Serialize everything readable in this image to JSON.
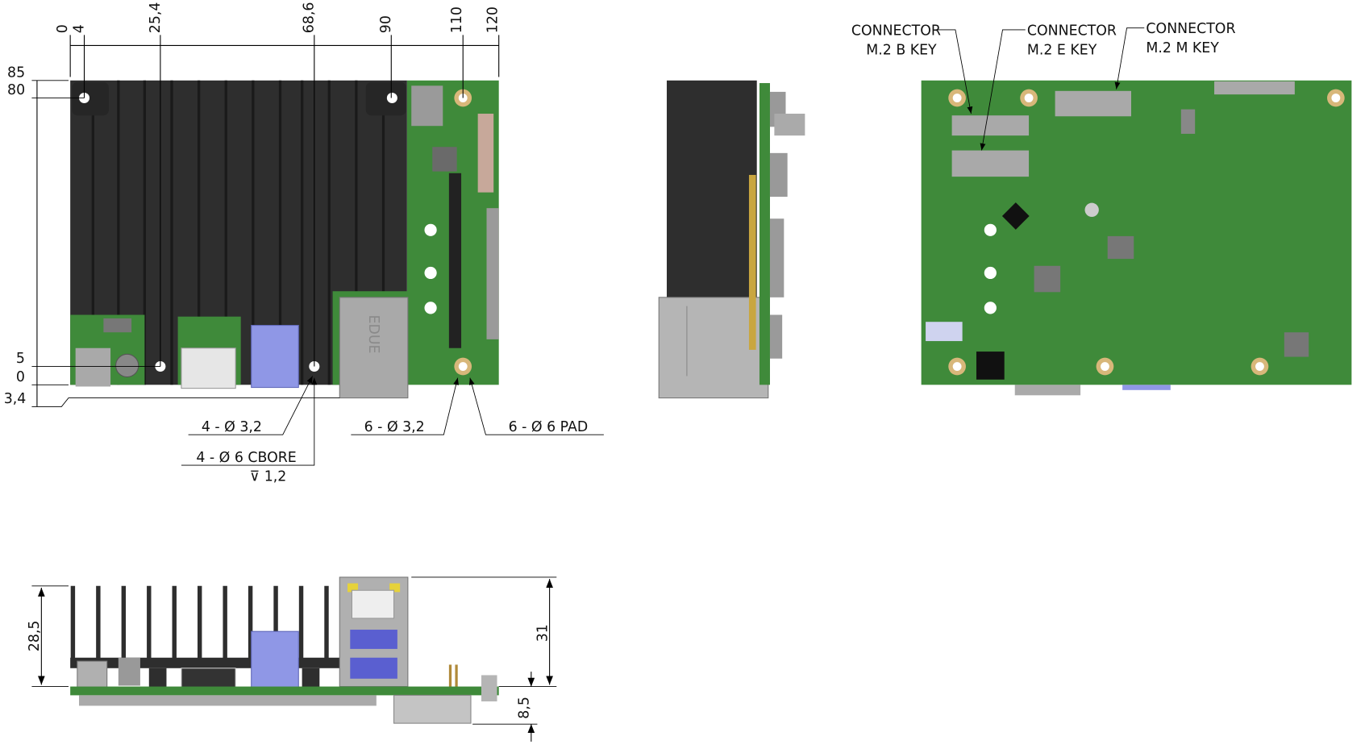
{
  "top_view": {
    "x_dims": [
      "0",
      "4",
      "25,4",
      "68,6",
      "90",
      "110",
      "120"
    ],
    "y_dims": [
      "85",
      "80",
      "5",
      "0",
      "3,4"
    ],
    "callouts": {
      "hole_small": "4 - Ø 3,2",
      "hole_cbore": "4 - Ø 6 CBORE",
      "cbore_depth": "⊽  1,2",
      "pcb_hole": "6 - Ø 3,2",
      "pcb_pad": "6 - Ø 6 PAD"
    },
    "ethernet_brand": "EDUE"
  },
  "bottom_view": {
    "connectors": [
      {
        "line1": "CONNECTOR",
        "line2": "M.2 B KEY"
      },
      {
        "line1": "CONNECTOR",
        "line2": "M.2 E KEY"
      },
      {
        "line1": "CONNECTOR",
        "line2": "M.2 M KEY"
      }
    ]
  },
  "front_view": {
    "heatsink_height": "28,5",
    "total_height": "31",
    "underside_height": "8,5"
  },
  "colors": {
    "pcb": "#3f8a3a",
    "heatsink": "#2e2e2e",
    "pad": "#d8b77a",
    "usb": "#8f97e6",
    "metal": "#a9a9a9"
  }
}
